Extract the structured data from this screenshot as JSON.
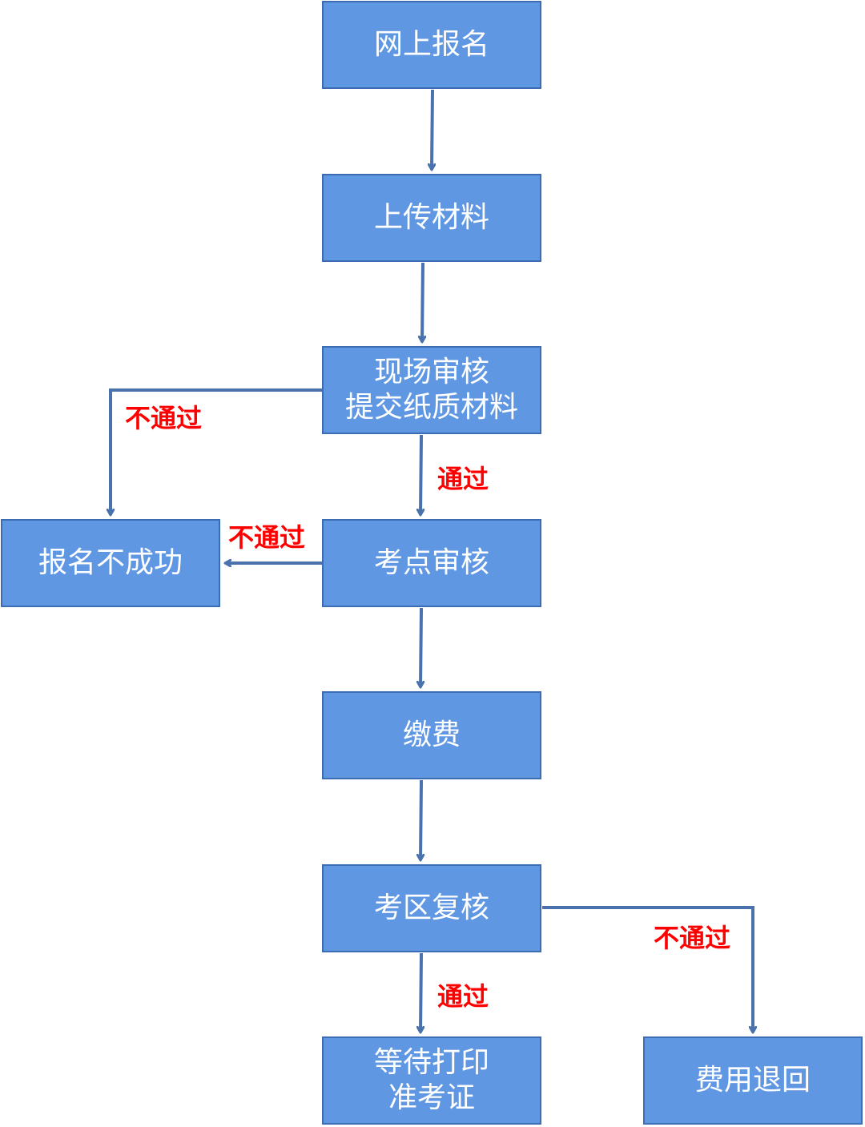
{
  "nodes": {
    "online_registration": {
      "lines": [
        "网上报名"
      ]
    },
    "upload_materials": {
      "lines": [
        "上传材料"
      ]
    },
    "onsite_review": {
      "lines": [
        "现场审核",
        "提交纸质材料"
      ]
    },
    "registration_failed": {
      "lines": [
        "报名不成功"
      ]
    },
    "exam_site_review": {
      "lines": [
        "考点审核"
      ]
    },
    "payment": {
      "lines": [
        "缴费"
      ]
    },
    "district_recheck": {
      "lines": [
        "考区复核"
      ]
    },
    "wait_print_admission": {
      "lines": [
        "等待打印",
        "准考证"
      ]
    },
    "fee_refund": {
      "lines": [
        "费用退回"
      ]
    }
  },
  "edge_labels": {
    "onsite_fail": "不通过",
    "onsite_pass": "通过",
    "site_fail": "不通过",
    "district_fail": "不通过",
    "district_pass": "通过"
  },
  "colors": {
    "node_fill": "#6097e3",
    "node_border": "#3c6cb2",
    "node_text": "#ffffff",
    "arrow": "#4a72ad",
    "label_text": "#ff0000"
  }
}
